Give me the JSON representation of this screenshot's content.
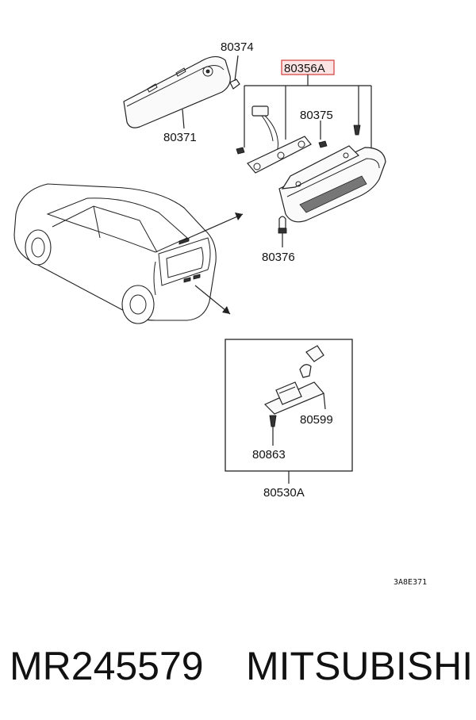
{
  "callouts": {
    "c80374": "80374",
    "c80356A": "80356A",
    "c80375": "80375",
    "c80371": "80371",
    "c80376": "80376",
    "c80599": "80599",
    "c80863": "80863",
    "c80530A": "80530A"
  },
  "diagram_code": "3A8E371",
  "footer": {
    "part_number": "MR245579",
    "manufacturer": "MITSUBISHI"
  },
  "colors": {
    "highlight_fill": "#fde4e4",
    "highlight_stroke": "#d33a3a"
  }
}
